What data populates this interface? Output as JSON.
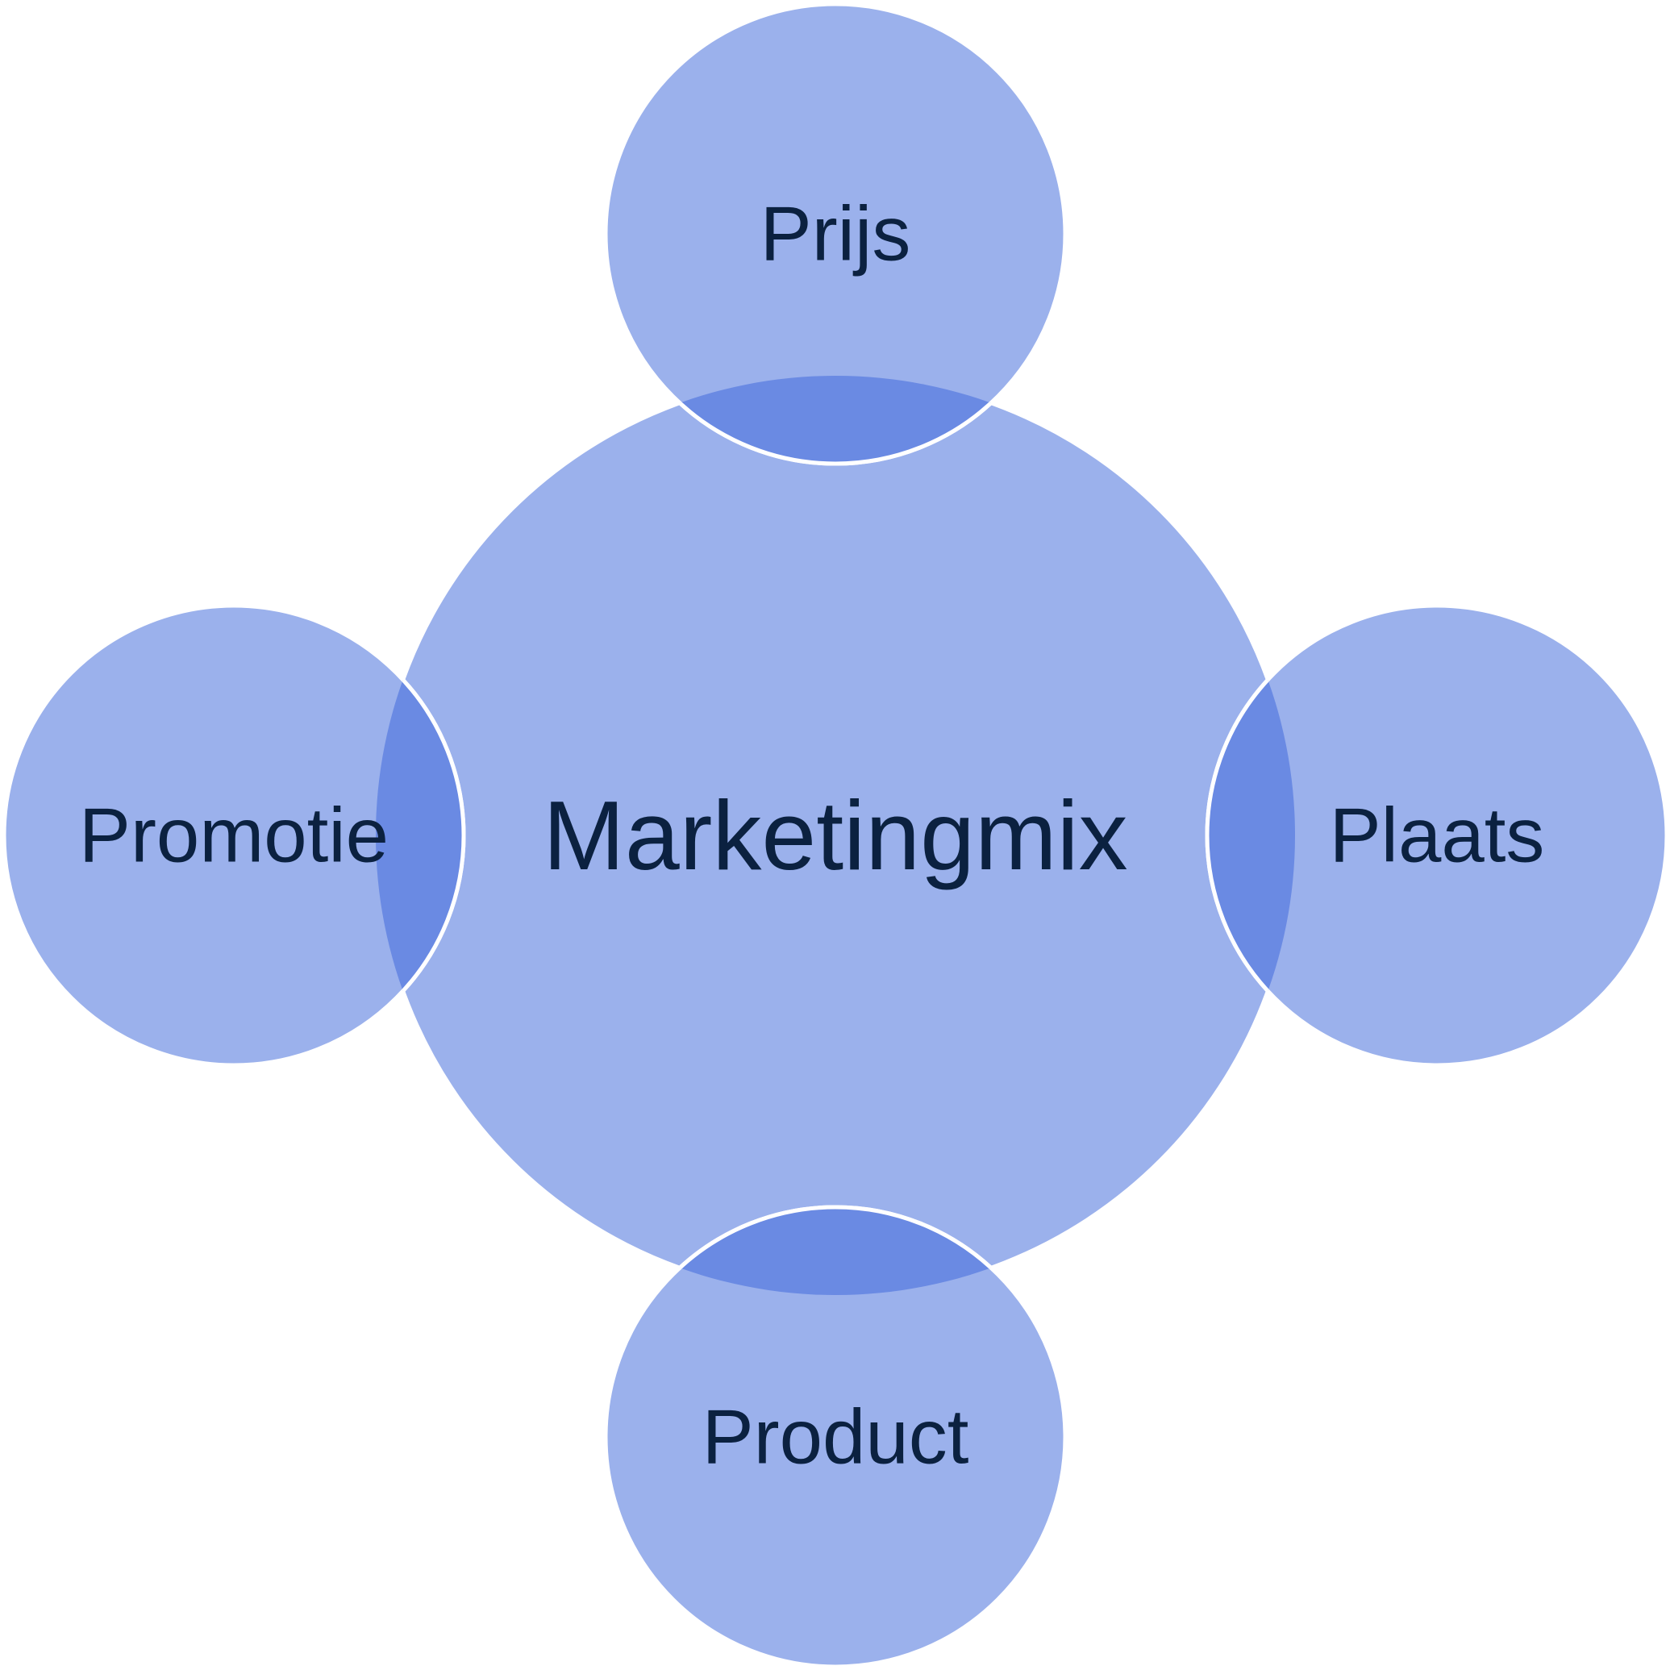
{
  "diagram": {
    "center": {
      "label": "Marketingmix"
    },
    "satellites": [
      {
        "key": "top",
        "label": "Prijs"
      },
      {
        "key": "left",
        "label": "Promotie"
      },
      {
        "key": "right",
        "label": "Plaats"
      },
      {
        "key": "bottom",
        "label": "Product"
      }
    ],
    "colors": {
      "fill": "#9BB1EC",
      "overlap": "#6A8AE3",
      "outline": "#FFFFFF",
      "text": "#0B2140"
    }
  }
}
